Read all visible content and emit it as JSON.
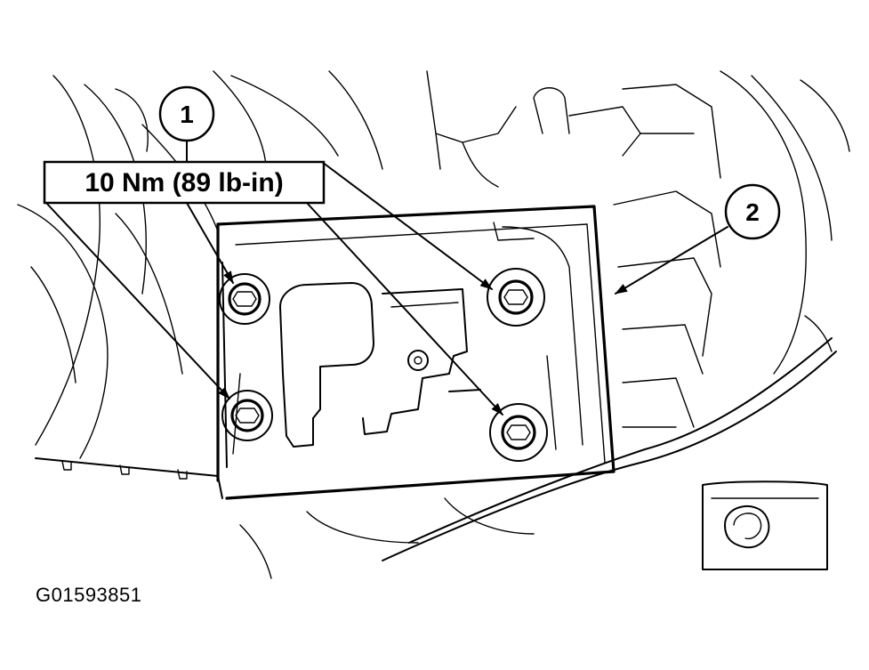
{
  "callouts": [
    {
      "number": "1"
    },
    {
      "number": "2"
    }
  ],
  "torque_label": "10 Nm (89 lb-in)",
  "figure_id": "G01593851",
  "colors": {
    "line": "#000000",
    "background": "#ffffff"
  }
}
